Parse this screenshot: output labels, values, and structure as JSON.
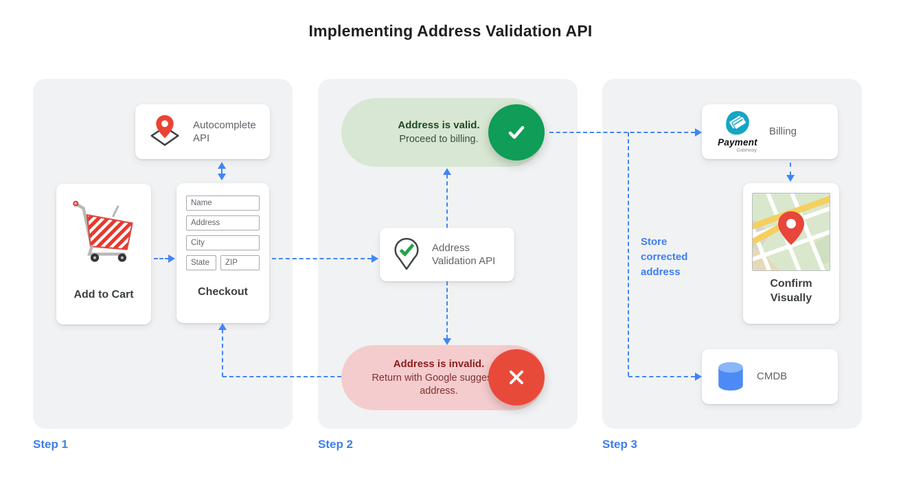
{
  "title": "Implementing Address Validation API",
  "colors": {
    "accent_blue": "#4285f4",
    "panel_bg": "#f1f2f3",
    "valid_pill_bg": "#d8e7d3",
    "valid_circle": "#0f9d58",
    "valid_text": "#1d4a21",
    "invalid_pill_bg": "#f5cccd",
    "invalid_circle": "#e84a3a",
    "invalid_text": "#8c1d1d",
    "cart_red": "#e8382e",
    "pin_red": "#ea4335",
    "check_green": "#1ea446",
    "payment_teal": "#16a5c4",
    "cmdb_blue": "#4c8bf5"
  },
  "step_labels": [
    "Step 1",
    "Step 2",
    "Step 3"
  ],
  "step1": {
    "autocomplete_api": {
      "icon": "map-pin-diamond-icon",
      "label": "Autocomplete API"
    },
    "add_to_cart": {
      "icon": "shopping-cart-icon",
      "label": "Add to Cart"
    },
    "checkout": {
      "label": "Checkout",
      "fields": {
        "name": "Name",
        "address": "Address",
        "city": "City",
        "state": "State",
        "zip": "ZIP"
      }
    }
  },
  "step2": {
    "valid_outcome": {
      "title": "Address is valid.",
      "subtitle": "Proceed to billing.",
      "icon": "check-circle-icon"
    },
    "address_validation_api": {
      "icon": "map-pin-check-icon",
      "label": "Address Validation API"
    },
    "invalid_outcome": {
      "title": "Address is invalid.",
      "subtitle": "Return with Google suggested address.",
      "icon": "x-circle-icon"
    }
  },
  "step3": {
    "billing": {
      "icon": "payment-gateway-logo",
      "logo_word": "Payment",
      "logo_subword": "Gateway",
      "label": "Billing"
    },
    "confirm_visually": {
      "icon": "map-thumbnail",
      "label": "Confirm Visually"
    },
    "cmdb": {
      "icon": "database-cylinder-icon",
      "label": "CMDB"
    },
    "annotation": "Store corrected address"
  }
}
